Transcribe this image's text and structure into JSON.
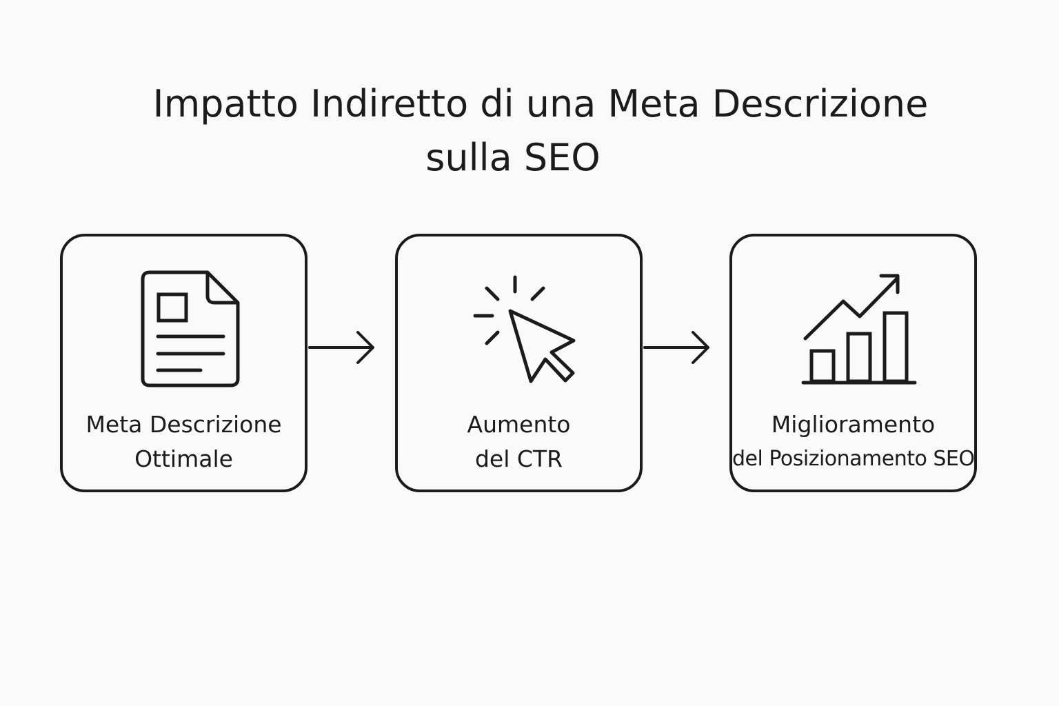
{
  "title": {
    "line1": "Impatto  Indiretto di una Meta Descrizione",
    "line2": "sulla SEO"
  },
  "steps": [
    {
      "icon": "document-icon",
      "line1": "Meta Descrizione",
      "line2": "Ottimale"
    },
    {
      "icon": "cursor-click-icon",
      "line1": "Aumento",
      "line2": "del CTR"
    },
    {
      "icon": "growth-chart-icon",
      "line1": "Miglioramento",
      "line2": "del Posizionamento SEO"
    }
  ],
  "colors": {
    "stroke": "#1b1b1b",
    "background": "#f9f9f9"
  }
}
